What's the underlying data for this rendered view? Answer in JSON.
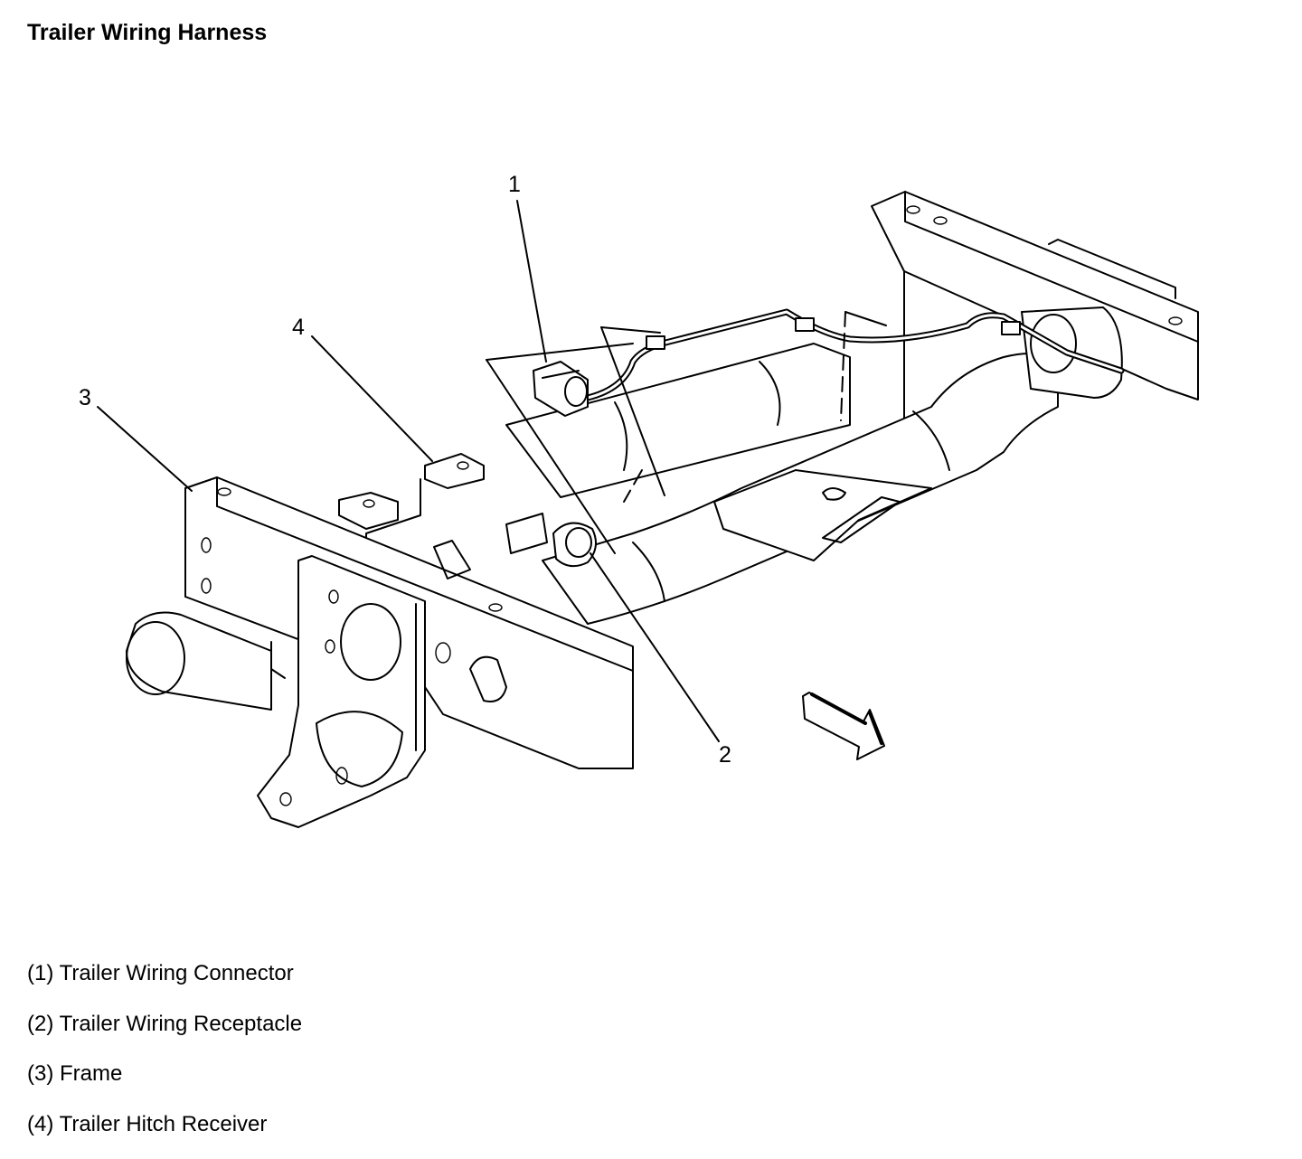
{
  "title": "Trailer Wiring Harness",
  "callouts": [
    {
      "number": "1",
      "label": "Trailer Wiring Connector"
    },
    {
      "number": "2",
      "label": "Trailer Wiring Receptacle"
    },
    {
      "number": "3",
      "label": "Frame"
    },
    {
      "number": "4",
      "label": "Trailer Hitch Receiver"
    }
  ],
  "legend": [
    "(1) Trailer Wiring Connector",
    "(2) Trailer Wiring Receptacle",
    "(3) Frame",
    "(4) Trailer Hitch Receiver"
  ]
}
